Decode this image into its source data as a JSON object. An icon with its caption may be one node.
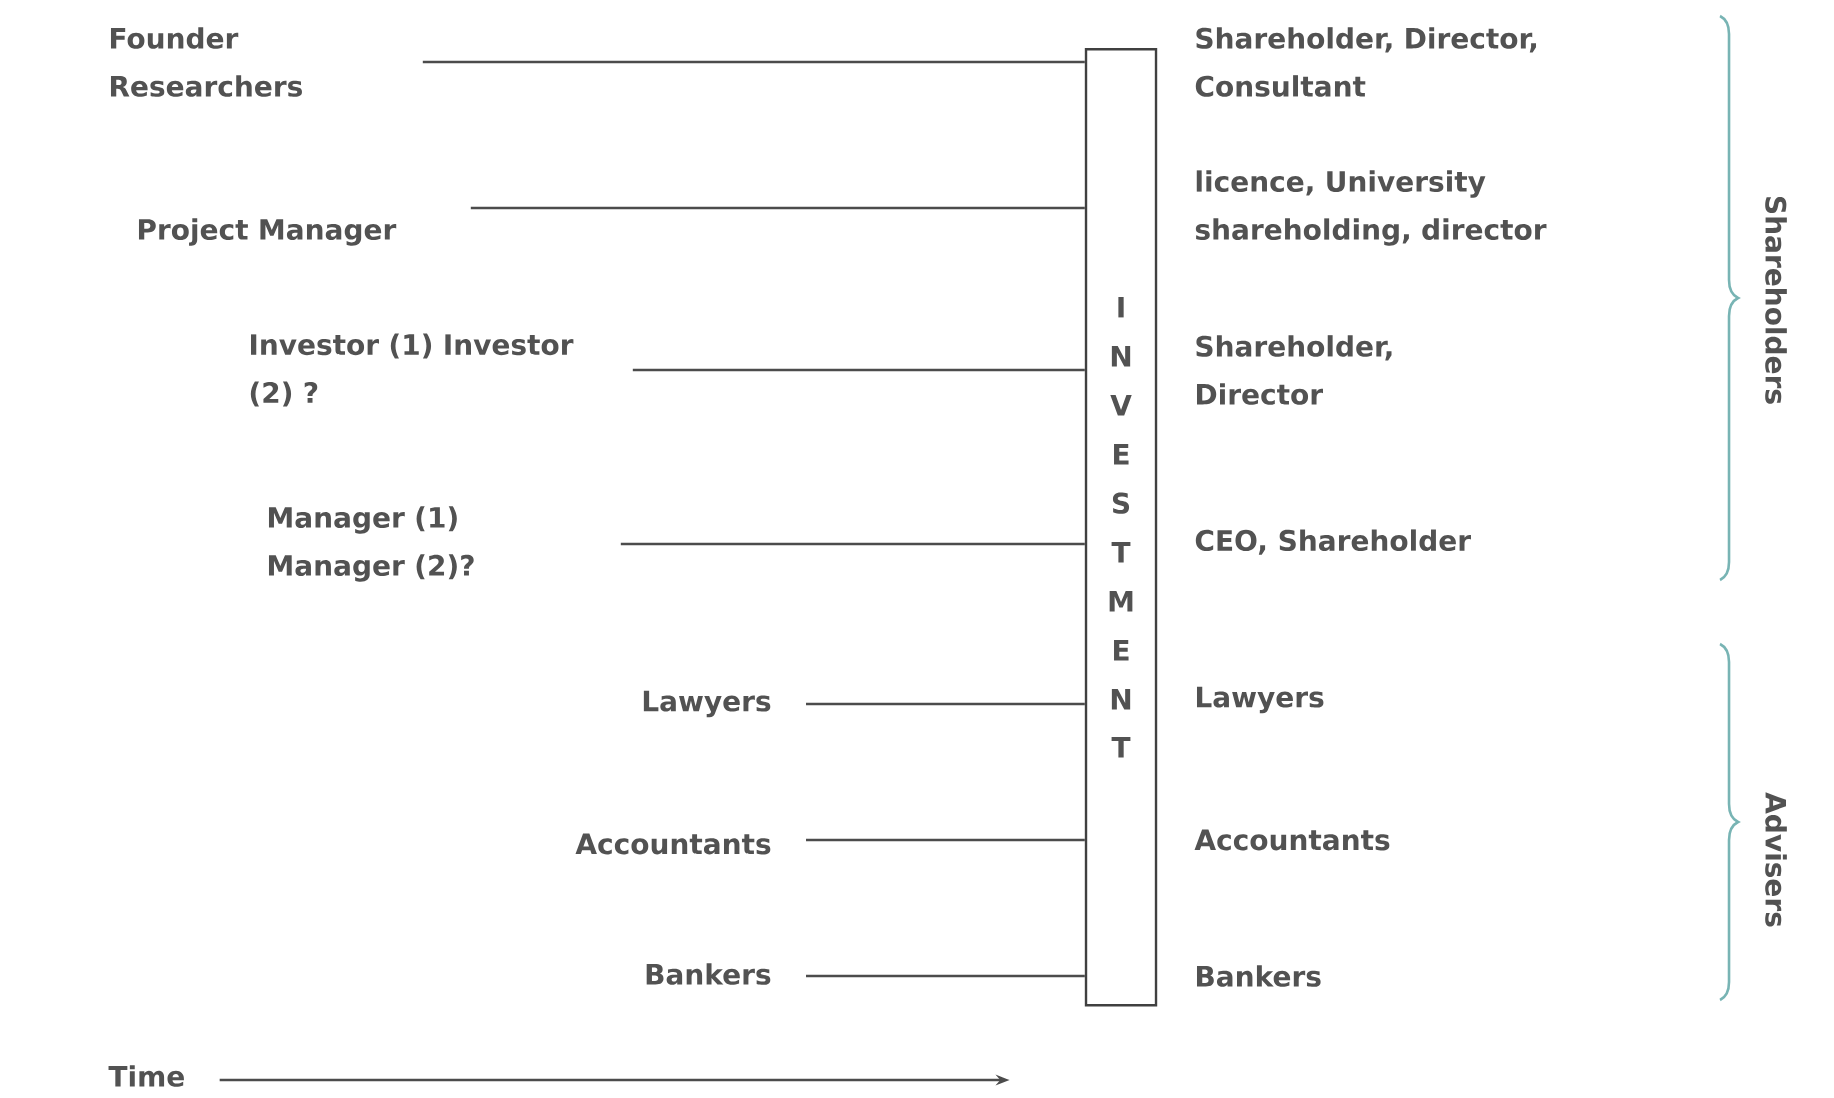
{
  "diagram": {
    "nodes": [
      {
        "text": [
          "Founder Researchers"
        ]
      },
      {
        "text": [
          "Project Manager"
        ]
      },
      {
        "text": [
          "Investor (1) Investor (2) ?"
        ]
      },
      {
        "text": [
          "Manager (1) Manager (2)?"
        ]
      },
      {
        "text": [
          "Lawyers"
        ]
      },
      {
        "text": [
          "Accountants"
        ]
      },
      {
        "text": [
          "Bankers"
        ]
      },
      {
        "text": [
          "INVESTMENT"
        ]
      },
      {
        "text": [
          "Time"
        ]
      }
    ],
    "edges": [
      {
        "from": 0,
        "to": 7,
        "arrow": "none"
      },
      {
        "from": 1,
        "to": 7,
        "arrow": "none"
      },
      {
        "from": 2,
        "to": 7,
        "arrow": "none"
      },
      {
        "from": 3,
        "to": 7,
        "arrow": "none"
      },
      {
        "from": 4,
        "to": 7,
        "arrow": "none"
      },
      {
        "from": 5,
        "to": 7,
        "arrow": "none"
      },
      {
        "from": 6,
        "to": 7,
        "arrow": "none"
      },
      {
        "from": 8,
        "to": null,
        "arrow": "to"
      }
    ],
    "labels": [
      "Shareholder, Director, Consultant",
      "licence, University shareholding, director",
      "Shareholder, Director",
      "CEO, Shareholder",
      "Lawyers",
      "Accountants",
      "Bankers",
      "Shareholders",
      "Advisers"
    ]
  }
}
